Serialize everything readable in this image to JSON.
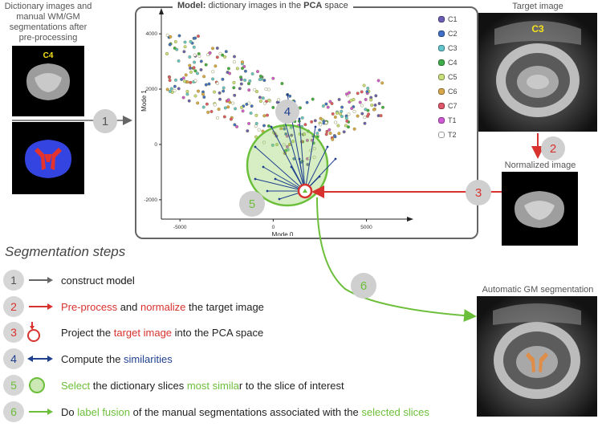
{
  "left": {
    "caption": [
      "Dictionary images and",
      "manual WM/GM",
      "segmentations after",
      "pre-processing"
    ],
    "image_label": "C4"
  },
  "model": {
    "title_bold": "Model:",
    "title_rest": " dictionary images in the ",
    "title_bold2": "PCA",
    "title_end": " space",
    "legend": [
      {
        "label": "C1",
        "color": "#6a5fb5"
      },
      {
        "label": "C2",
        "color": "#3f6fc9"
      },
      {
        "label": "C3",
        "color": "#63c6cf"
      },
      {
        "label": "C4",
        "color": "#3fae4a"
      },
      {
        "label": "C5",
        "color": "#c8e07b"
      },
      {
        "label": "C6",
        "color": "#d9a84a"
      },
      {
        "label": "C7",
        "color": "#e0566a"
      },
      {
        "label": "T1",
        "color": "#d05ad6"
      },
      {
        "label": "T2",
        "color": "#ffffff"
      }
    ],
    "xlabel": "Mode 0",
    "ylabel": "Mode 1"
  },
  "chart_data": {
    "type": "scatter",
    "xlabel": "Mode 0",
    "ylabel": "Mode 1",
    "xticks": [
      "-5000",
      "0",
      "5000"
    ],
    "yticks": [
      "4000",
      "2000",
      "0",
      "-2000"
    ],
    "xlim": [
      -6000,
      7000
    ],
    "ylim": [
      -2700,
      4700
    ]
  },
  "right": {
    "target_caption": "Target image",
    "target_label": "C3",
    "normalized_caption": "Normalized image",
    "auto_caption": "Automatic GM segmentation"
  },
  "badges": {
    "b1": "1",
    "b2": "2",
    "b3": "3",
    "b4": "4",
    "b5": "5",
    "b6": "6"
  },
  "steps": {
    "title": "Segmentation steps",
    "items": [
      {
        "num": "1",
        "parts": [
          {
            "t": "construct ",
            "hl": false
          },
          {
            "t": "model",
            "hl": true
          }
        ]
      },
      {
        "num": "2",
        "parts": [
          {
            "t": "Pre-process",
            "hl": true
          },
          {
            "t": " and ",
            "hl": false
          },
          {
            "t": "normalize",
            "hl": true
          },
          {
            "t": " the target image",
            "hl": false
          }
        ]
      },
      {
        "num": "3",
        "parts": [
          {
            "t": "Project the ",
            "hl": false
          },
          {
            "t": "target image",
            "hl": true
          },
          {
            "t": " into the PCA space",
            "hl": false
          }
        ]
      },
      {
        "num": "4",
        "parts": [
          {
            "t": "Compute the ",
            "hl": false
          },
          {
            "t": "similarities",
            "hl": true
          }
        ]
      },
      {
        "num": "5",
        "parts": [
          {
            "t": "Select",
            "hl": true
          },
          {
            "t": " the dictionary slices ",
            "hl": false
          },
          {
            "t": "most simila",
            "hl": true
          },
          {
            "t": "r to the slice of interest",
            "hl": false
          }
        ]
      },
      {
        "num": "6",
        "parts": [
          {
            "t": "Do ",
            "hl": false
          },
          {
            "t": "label fusion",
            "hl": true
          },
          {
            "t": " of the manual segmentations associated with the ",
            "hl": false
          },
          {
            "t": "selected slices",
            "hl": true
          }
        ]
      }
    ]
  },
  "colors": {
    "gray": "#666666",
    "red": "#d8322e",
    "blue": "#1f3f8f",
    "green": "#6cbf3a",
    "yellow": "#f5e21a"
  }
}
